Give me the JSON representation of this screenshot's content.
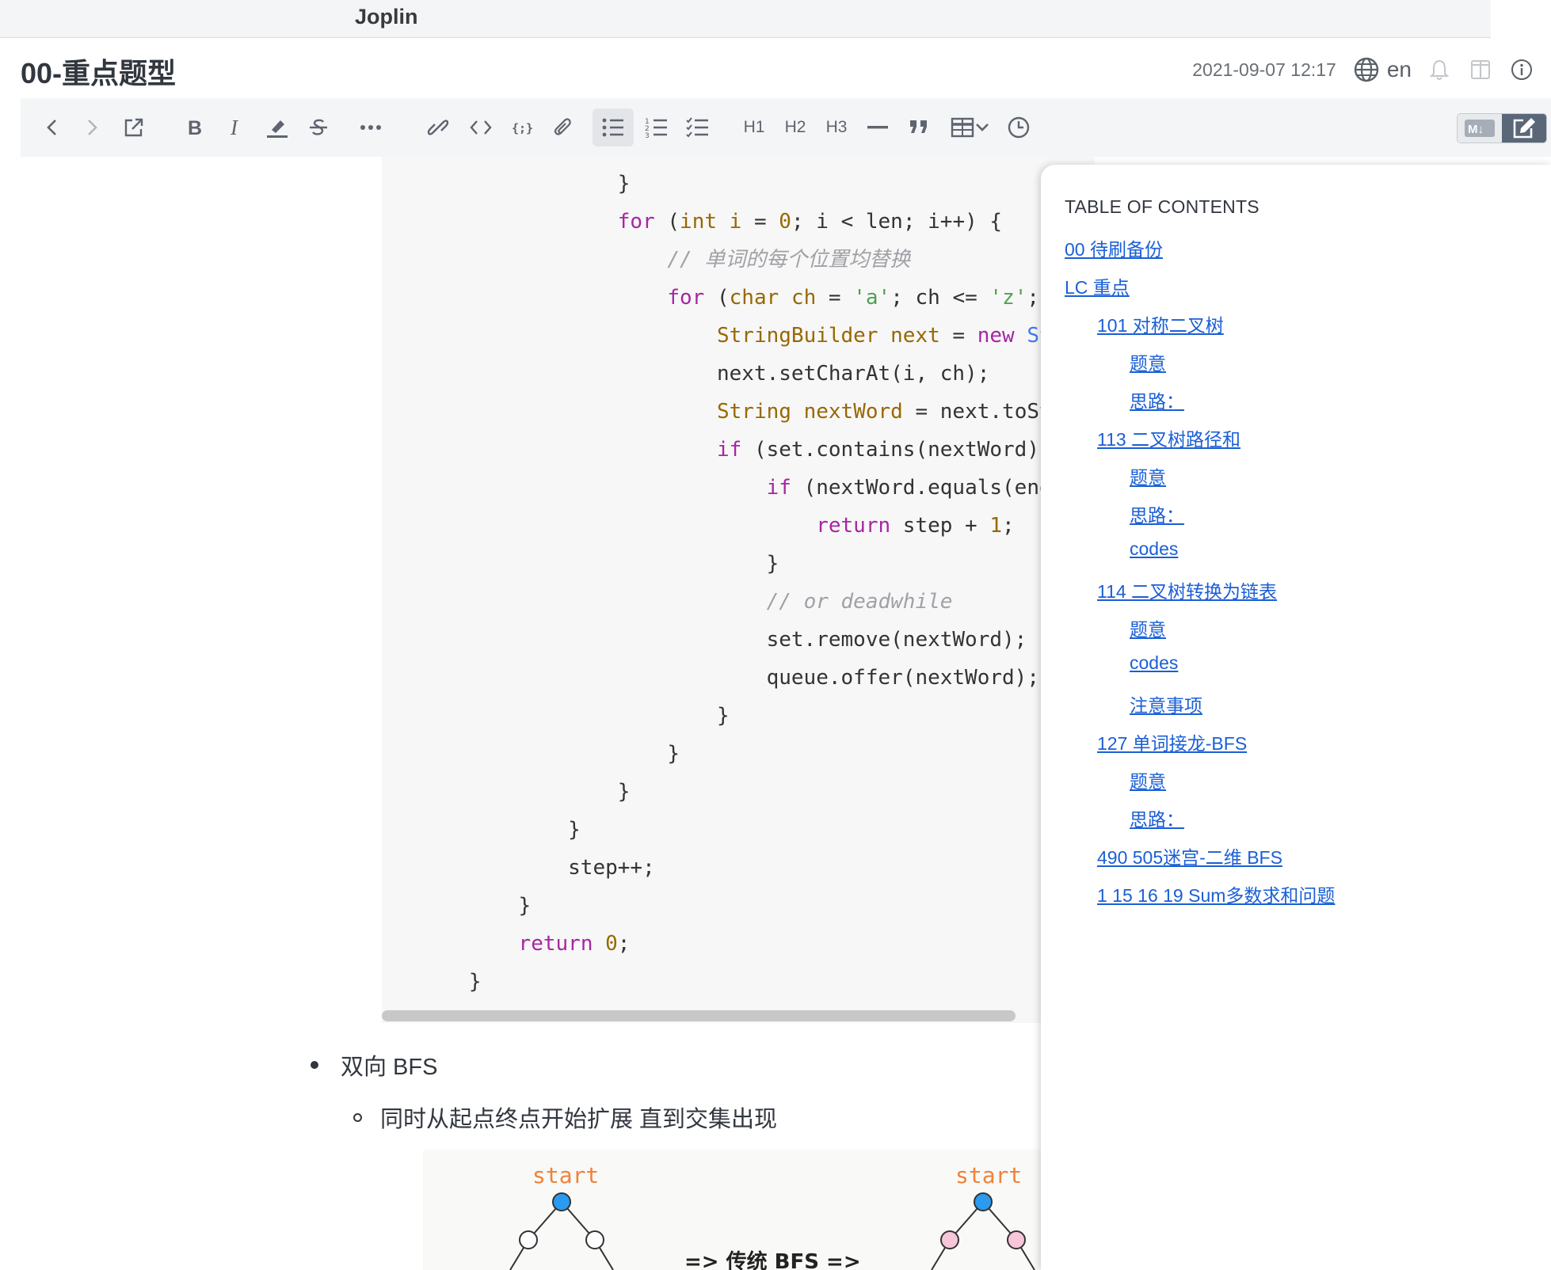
{
  "app": {
    "title": "Joplin"
  },
  "note": {
    "title": "00-重点题型",
    "date": "2021-09-07 12:17",
    "language": "en"
  },
  "icons": {
    "language": "globe-icon",
    "alarm": "bell-icon",
    "layout": "split-view-icon",
    "info": "info-icon"
  },
  "toolbar": {
    "h1": "H1",
    "h2": "H2",
    "h3": "H3",
    "markdown_label": "M↓"
  },
  "code": {
    "comment_1": "// 单词的每个位置均替换",
    "comment_2": "// or deadwhile"
  },
  "content": {
    "bullet_1": "双向 BFS",
    "bullet_2": "同时从起点终点开始扩展 直到交集出现",
    "image_label_start_left": "start",
    "image_label_start_right": "start",
    "image_label_middle": "=> 传统 BFS =>"
  },
  "toc": {
    "title": "TABLE OF CONTENTS",
    "items": [
      {
        "label": "00 待刷备份",
        "level": 1
      },
      {
        "label": "LC 重点",
        "level": 1
      },
      {
        "label": "101 对称二叉树",
        "level": 2
      },
      {
        "label": "题意",
        "level": 3
      },
      {
        "label": "思路：",
        "level": 3
      },
      {
        "label": "113 二叉树路径和",
        "level": 2
      },
      {
        "label": "题意",
        "level": 3
      },
      {
        "label": "思路：",
        "level": 3
      },
      {
        "label": "codes",
        "level": 3
      },
      {
        "label": "114 二叉树转换为链表",
        "level": 2
      },
      {
        "label": "题意",
        "level": 3
      },
      {
        "label": "codes",
        "level": 3
      },
      {
        "label": "注意事项",
        "level": 3
      },
      {
        "label": "127 单词接龙-BFS",
        "level": 2
      },
      {
        "label": "题意",
        "level": 3
      },
      {
        "label": "思路：",
        "level": 3
      },
      {
        "label": "490 505迷宫-二维 BFS",
        "level": 2
      },
      {
        "label": "1 15 16 19 Sum多数求和问题",
        "level": 2
      }
    ]
  }
}
